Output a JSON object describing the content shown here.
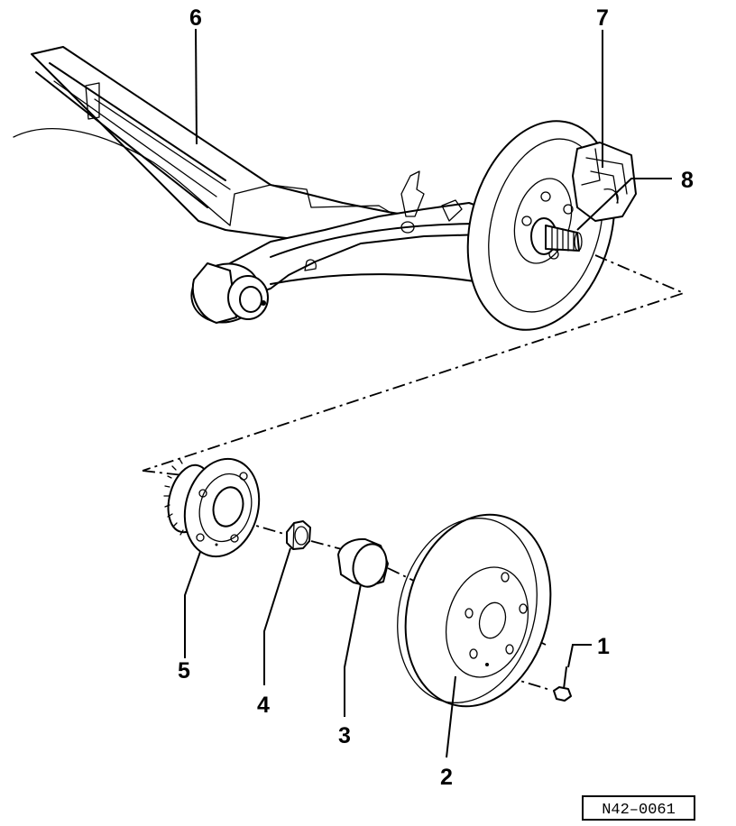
{
  "callouts": [
    {
      "id": "1",
      "text": "1",
      "part": "bolt"
    },
    {
      "id": "2",
      "text": "2",
      "part": "brake-disc"
    },
    {
      "id": "3",
      "text": "3",
      "part": "grease-cap"
    },
    {
      "id": "4",
      "text": "4",
      "part": "collar-nut"
    },
    {
      "id": "5",
      "text": "5",
      "part": "wheel-hub"
    },
    {
      "id": "6",
      "text": "6",
      "part": "rear-axle-beam"
    },
    {
      "id": "7",
      "text": "7",
      "part": "brake-caliper"
    },
    {
      "id": "8",
      "text": "8",
      "part": "stub-axle"
    }
  ],
  "reference_code": "N42–0061"
}
